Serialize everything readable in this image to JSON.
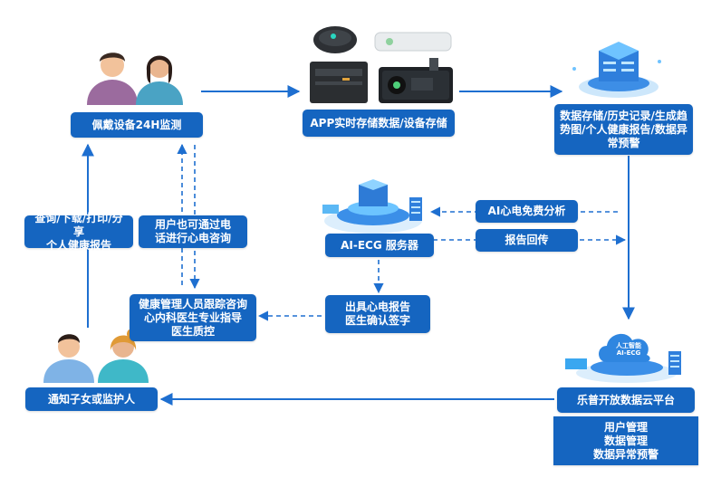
{
  "boxes": {
    "wear_monitoring": "佩戴设备24H监测",
    "app_storage": "APP实时存储数据/设备存储",
    "data_storage": "数据存储/历史记录/生成趋势图/个人健康报告/数据异常预警",
    "query_share": "查询/下载/打印/分享\n个人健康报告",
    "phone_consult": "用户也可通过电\n话进行心电咨询",
    "ai_analysis": "AI心电免费分析",
    "ecg_server": "AI-ECG 服务器",
    "report_return": "报告回传",
    "health_mgmt": "健康管理人员跟踪咨询\n心内科医生专业指导\n医生质控",
    "issue_report": "出具心电报告\n医生确认签字",
    "notify_family": "通知子女或监护人",
    "cloud_platform": "乐普开放数据云平台",
    "platform_functions": "用户管理\n数据管理\n数据异常预警"
  },
  "cloud_icon_text": "人工智能\nAI-ECG",
  "colors": {
    "primary": "#1565c0",
    "arrow": "#1e6fd0",
    "accent": "#29a7f0"
  }
}
